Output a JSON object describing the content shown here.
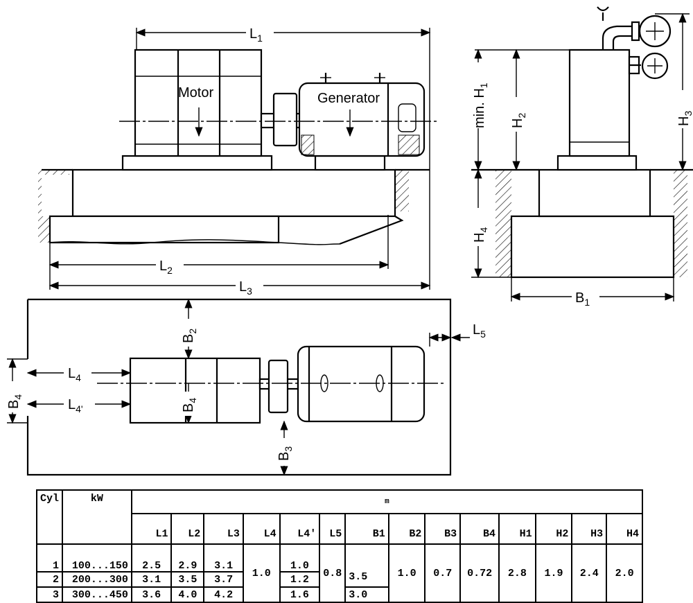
{
  "side_view": {
    "motor_label": "Motor",
    "generator_label": "Generator",
    "dims": {
      "L1": "L",
      "L1_sub": "1",
      "L2": "L",
      "L2_sub": "2",
      "L3": "L",
      "L3_sub": "3",
      "H1": "min. H",
      "H1_sub": "1",
      "H2": "H",
      "H2_sub": "2",
      "H3": "H",
      "H3_sub": "3",
      "H4": "H",
      "H4_sub": "4"
    }
  },
  "end_view": {
    "dims": {
      "B1": "B",
      "B1_sub": "1"
    }
  },
  "plan_view": {
    "dims": {
      "L4": "L",
      "L4_sub": "4",
      "L4p": "L",
      "L4p_sub": "4'",
      "L5": "L",
      "L5_sub": "5",
      "B2": "B",
      "B2_sub": "2",
      "B3": "B",
      "B3_sub": "3",
      "B4": "B",
      "B4_sub": "4",
      "B4i": "B",
      "B4i_sub": "4"
    }
  },
  "table": {
    "col_cyl": "Cyl",
    "col_kw": "kW",
    "unit": "m",
    "sub_headers": [
      "L1",
      "L2",
      "L3",
      "L4",
      "L4'",
      "L5",
      "B1",
      "B2",
      "B3",
      "B4",
      "H1",
      "H2",
      "H3",
      "H4"
    ],
    "rows": [
      {
        "cyl": "1",
        "kw": "100...150",
        "L1": "2.5",
        "L2": "2.9",
        "L3": "3.1",
        "L4p": "1.0"
      },
      {
        "cyl": "2",
        "kw": "200...300",
        "L1": "3.1",
        "L2": "3.5",
        "L3": "3.7",
        "L4p": "1.2"
      },
      {
        "cyl": "3",
        "kw": "300...450",
        "L1": "3.6",
        "L2": "4.0",
        "L3": "4.2",
        "L4p": "1.6"
      }
    ],
    "shared": {
      "L4": "1.0",
      "L5": "0.8",
      "B1_12": "3.5",
      "B1_3": "3.0",
      "B2": "1.0",
      "B3": "0.7",
      "B4": "0.72",
      "H1": "2.8",
      "H2": "1.9",
      "H3": "2.4",
      "H4": "2.0"
    }
  }
}
